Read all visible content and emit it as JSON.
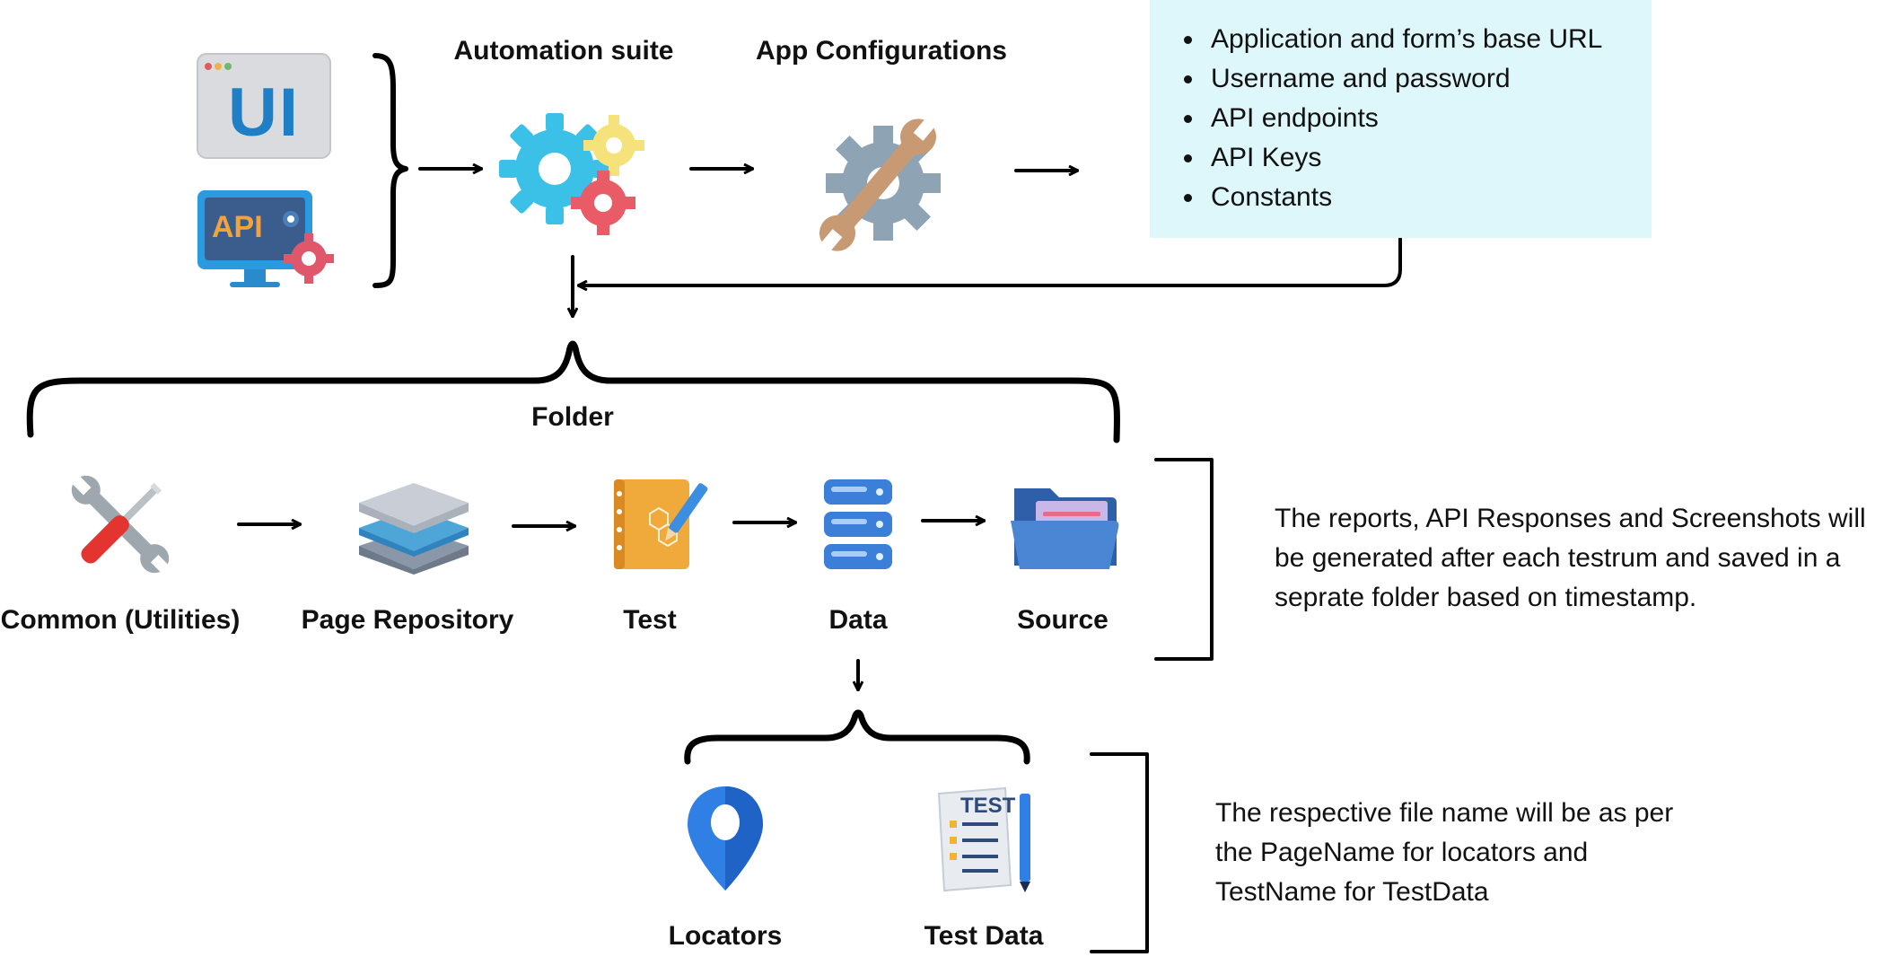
{
  "top": {
    "automation_suite_label": "Automation suite",
    "app_config_label": "App Configurations",
    "ui_icon_text": "UI",
    "api_icon_text": "API"
  },
  "config_items": [
    "Application and form’s base URL",
    "Username and password",
    "API endpoints",
    "API Keys",
    "Constants"
  ],
  "folder_label": "Folder",
  "folder_items": [
    {
      "label": "Common (Utilities)",
      "icon": "tools-icon"
    },
    {
      "label": "Page Repository",
      "icon": "layers-icon"
    },
    {
      "label": "Test",
      "icon": "notebook-icon"
    },
    {
      "label": "Data",
      "icon": "server-icon"
    },
    {
      "label": "Source",
      "icon": "folder-icon"
    }
  ],
  "reports_note": "The reports, API Responses and Screenshots will be generated after each testrum and saved in a seprate folder based on timestamp.",
  "data_items": [
    {
      "label": "Locators",
      "icon": "location-pin-icon"
    },
    {
      "label": "Test Data",
      "icon": "test-sheet-icon"
    }
  ],
  "test_sheet_text": "TEST",
  "filename_note": "The respective file name will be as per the PageName for locators and TestName for TestData"
}
